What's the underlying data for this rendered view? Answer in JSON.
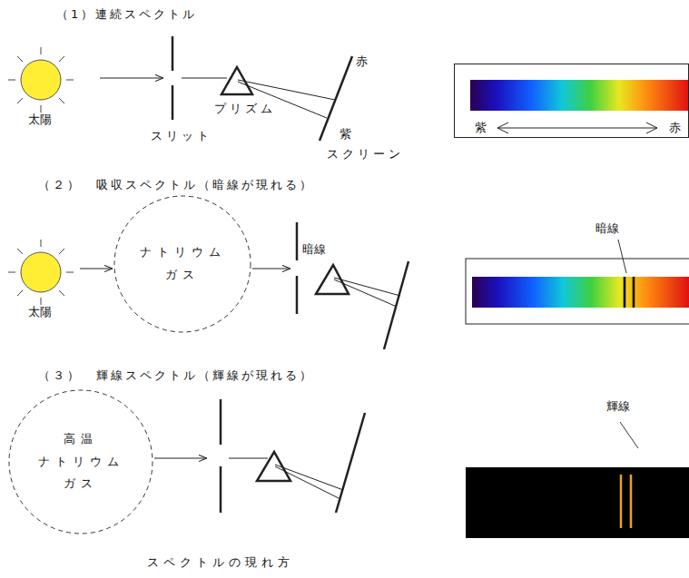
{
  "diagram": {
    "caption": "スペクトルの現れ方",
    "nodes": [
      {
        "text": [
          "紫",
          "赤"
        ]
      },
      {
        "text": [
          "ナトリウム ガス"
        ]
      },
      {
        "text": [
          "高温 ナトリウム ガス"
        ]
      }
    ],
    "labels": [
      "（1）連続スペクトル",
      "太陽",
      "スリット",
      "プリズム",
      "赤",
      "紫",
      "スクリーン",
      "（２）　吸収スペクトル（暗線が現れる）",
      "太陽",
      "暗線",
      "暗線",
      "（３）　輝線スペクトル（輝線が現れる）",
      "輝線"
    ]
  }
}
